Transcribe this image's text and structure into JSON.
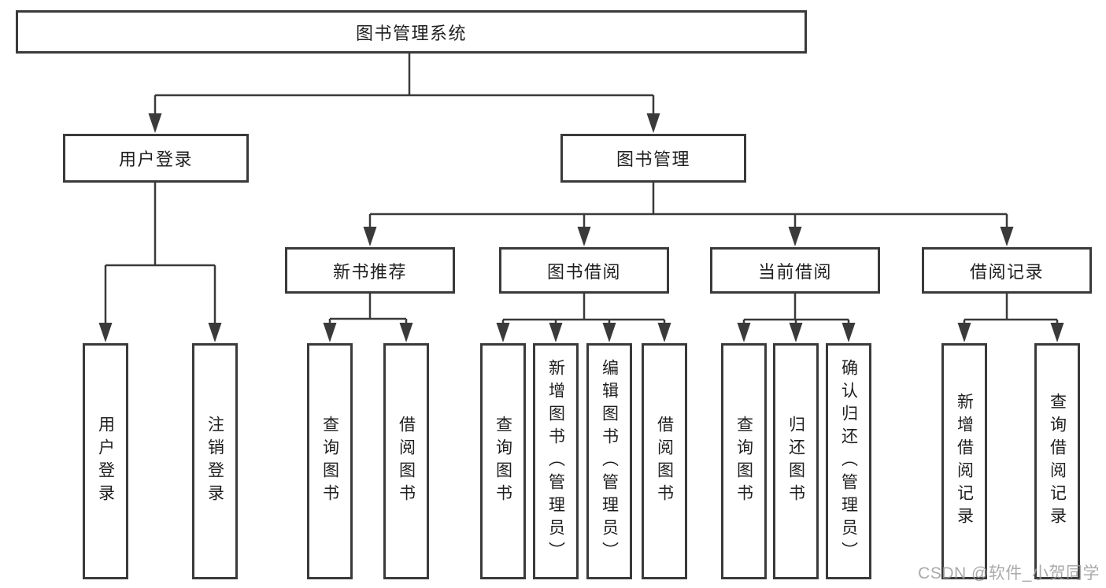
{
  "diagram": {
    "root": {
      "label": "图书管理系统"
    },
    "level2": [
      {
        "label": "用户登录",
        "children": [
          {
            "label": "用户登录"
          },
          {
            "label": "注销登录"
          }
        ]
      },
      {
        "label": "图书管理",
        "children": [
          {
            "label": "新书推荐",
            "children": [
              {
                "label": "查询图书"
              },
              {
                "label": "借阅图书"
              }
            ]
          },
          {
            "label": "图书借阅",
            "children": [
              {
                "label": "查询图书"
              },
              {
                "label": "新增图书（管理员）"
              },
              {
                "label": "编辑图书（管理员）"
              },
              {
                "label": "借阅图书"
              }
            ]
          },
          {
            "label": "当前借阅",
            "children": [
              {
                "label": "查询图书"
              },
              {
                "label": "归还图书"
              },
              {
                "label": "确认归还（管理员）"
              }
            ]
          },
          {
            "label": "借阅记录",
            "children": [
              {
                "label": "新增借阅记录"
              },
              {
                "label": "查询借阅记录"
              }
            ]
          }
        ]
      }
    ]
  },
  "watermark": {
    "text": "CSDN @软件_小贺同学"
  },
  "colors": {
    "line": "#3a3a3a",
    "box_border": "#3a3a3a",
    "text": "#1f1f1f",
    "watermark_text": "#9c9c9c",
    "background": "#ffffff"
  }
}
